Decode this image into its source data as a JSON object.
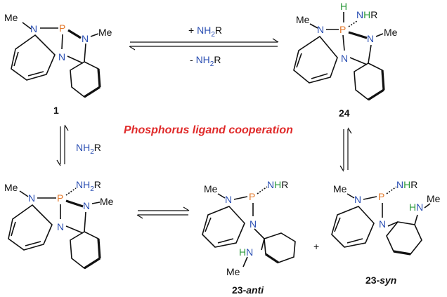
{
  "title": "Phosphorus ligand cooperation",
  "compounds": {
    "c1": "1",
    "c24": "24",
    "c23anti_num": "23-",
    "c23anti_suffix": "anti",
    "c23syn_num": "23-",
    "c23syn_suffix": "syn"
  },
  "reagents": {
    "top_plus_prefix": "+ ",
    "top_minus_prefix": "- ",
    "nh": "NH",
    "sub2": "2",
    "r": "R",
    "left_reagent": "NH"
  },
  "atoms": {
    "me": "Me",
    "n": "N",
    "p": "P",
    "h": "H",
    "plus": "+"
  },
  "colors": {
    "nitrogen": "#2b4fb3",
    "phosphorus": "#e3782a",
    "hydrogen": "#2e9a3c",
    "title": "#e02b2b"
  }
}
